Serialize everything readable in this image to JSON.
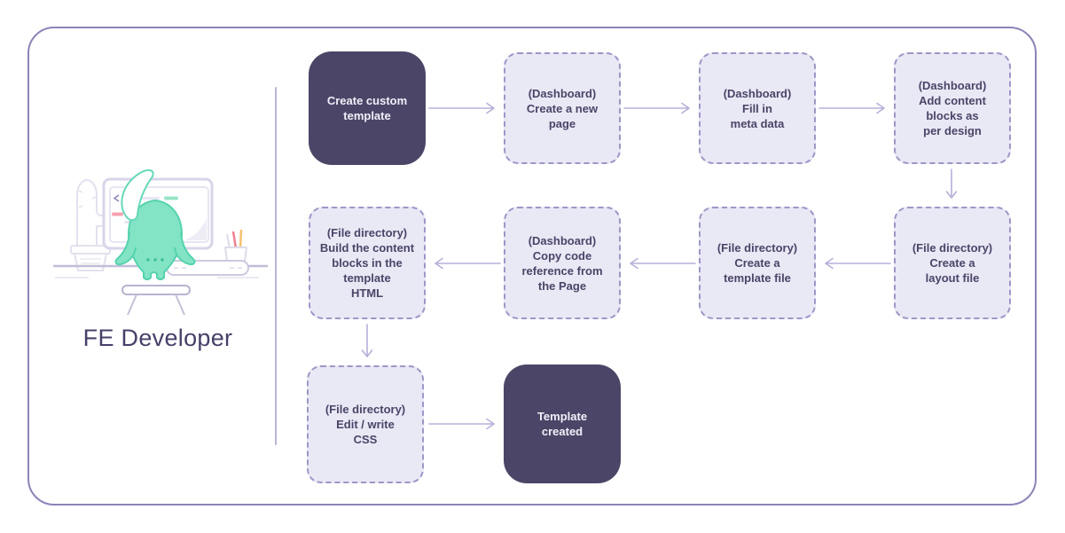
{
  "actor": {
    "label": "FE Developer"
  },
  "flow": {
    "nodes": [
      {
        "id": "create-custom-template",
        "label": "Create custom\ntemplate",
        "style": "solid"
      },
      {
        "id": "create-new-page",
        "label": "(Dashboard)\nCreate a new\npage",
        "style": "dashed"
      },
      {
        "id": "fill-meta-data",
        "label": "(Dashboard)\nFill in\nmeta data",
        "style": "dashed"
      },
      {
        "id": "add-content-blocks",
        "label": "(Dashboard)\nAdd content\nblocks as\nper design",
        "style": "dashed"
      },
      {
        "id": "create-layout-file",
        "label": "(File directory)\nCreate a\nlayout file",
        "style": "dashed"
      },
      {
        "id": "create-template-file",
        "label": "(File directory)\nCreate a\ntemplate file",
        "style": "dashed"
      },
      {
        "id": "copy-code-reference",
        "label": "(Dashboard)\nCopy code\nreference from\nthe Page",
        "style": "dashed"
      },
      {
        "id": "build-content-blocks",
        "label": "(File directory)\nBuild the content\nblocks in the\ntemplate\nHTML",
        "style": "dashed"
      },
      {
        "id": "edit-write-css",
        "label": "(File directory)\nEdit / write\nCSS",
        "style": "dashed"
      },
      {
        "id": "template-created",
        "label": "Template\ncreated",
        "style": "solid"
      }
    ]
  },
  "colors": {
    "frame_border": "#8a84b8",
    "divider": "#b8b5d3",
    "solid_node_bg": "#4b4667",
    "solid_node_text": "#f1effa",
    "dashed_node_bg": "#e9e8f5",
    "dashed_node_border": "#9c97c7",
    "dashed_node_text": "#4a4568",
    "arrow": "#b5b1d8",
    "actor_text": "#454169",
    "mascot_body": "#83e4c5",
    "code_green": "#97e4c6",
    "code_red": "#f5a3b0"
  }
}
